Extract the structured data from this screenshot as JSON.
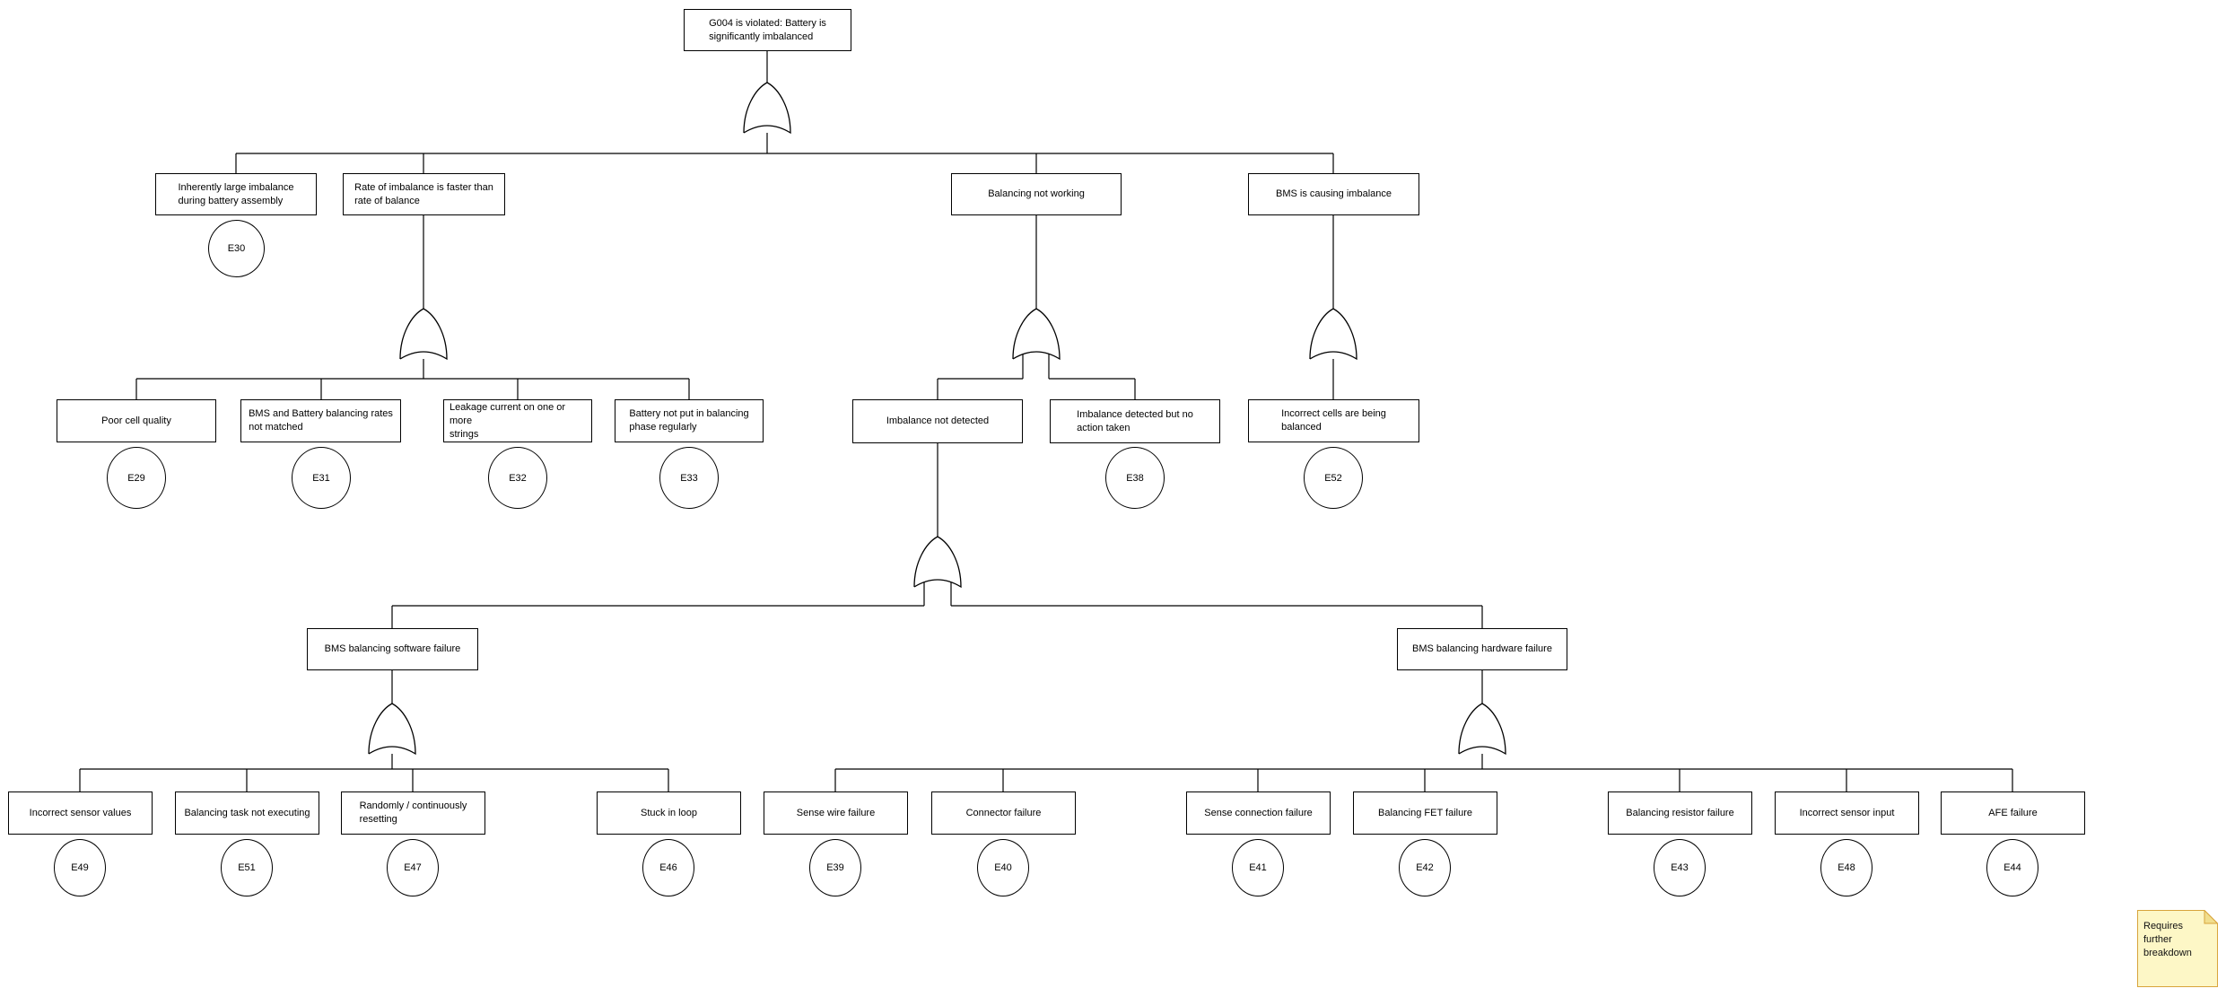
{
  "diagram_type": "fault-tree-analysis",
  "colors": {
    "background": "#ffffff",
    "line": "#000000",
    "box_fill": "#ffffff",
    "box_border": "#000000",
    "note_fill": "#fdf7c6",
    "note_fold": "#f1de8d",
    "note_border": "#d8a43b"
  },
  "gates": {
    "top_event": "OR",
    "rate_of_imbalance": "OR",
    "balancing_not_working": "OR",
    "bms_causing_imbalance": "OR",
    "imbalance_not_detected": "OR",
    "sw_failure": "OR",
    "hw_failure": "OR"
  },
  "nodes": {
    "g004": {
      "label": "G004 is violated: Battery is\nsignificantly imbalanced"
    },
    "inherent_imbalance": {
      "label": "Inherently large imbalance\nduring battery assembly",
      "event": "E30"
    },
    "rate_of_imbalance": {
      "label": "Rate of imbalance is faster than\nrate of balance"
    },
    "balancing_not_working": {
      "label": "Balancing not working"
    },
    "bms_causing_imbalance": {
      "label": "BMS is causing imbalance"
    },
    "poor_cell_quality": {
      "label": "Poor cell quality",
      "event": "E29"
    },
    "rates_not_matched": {
      "label": "BMS and Battery balancing rates\nnot matched",
      "event": "E31"
    },
    "leakage_current": {
      "label": "Leakage current on one or more\nstrings",
      "event": "E32"
    },
    "not_in_balancing_phase": {
      "label": "Battery not put in balancing\nphase regularly",
      "event": "E33"
    },
    "imbalance_not_detected": {
      "label": "Imbalance not detected"
    },
    "no_action_taken": {
      "label": "Imbalance detected but no\naction taken",
      "event": "E38"
    },
    "incorrect_cells_balanced": {
      "label": "Incorrect cells are being\nbalanced",
      "event": "E52"
    },
    "sw_failure": {
      "label": "BMS balancing software failure"
    },
    "hw_failure": {
      "label": "BMS balancing hardware failure"
    },
    "incorrect_sensor_values": {
      "label": "Incorrect sensor values",
      "event": "E49"
    },
    "task_not_executing": {
      "label": "Balancing task not executing",
      "event": "E51"
    },
    "randomly_resetting": {
      "label": "Randomly / continuously\nresetting",
      "event": "E47"
    },
    "stuck_in_loop": {
      "label": "Stuck in loop",
      "event": "E46"
    },
    "sense_wire_failure": {
      "label": "Sense wire failure",
      "event": "E39"
    },
    "connector_failure": {
      "label": "Connector failure",
      "event": "E40"
    },
    "sense_connection_failure": {
      "label": "Sense connection failure",
      "event": "E41"
    },
    "balancing_fet_failure": {
      "label": "Balancing FET failure",
      "event": "E42"
    },
    "balancing_resistor_failure": {
      "label": "Balancing resistor failure",
      "event": "E43"
    },
    "incorrect_sensor_input": {
      "label": "Incorrect sensor input",
      "event": "E48"
    },
    "afe_failure": {
      "label": "AFE failure",
      "event": "E44"
    }
  },
  "note": {
    "text": "Requires\nfurther\nbreakdown"
  }
}
